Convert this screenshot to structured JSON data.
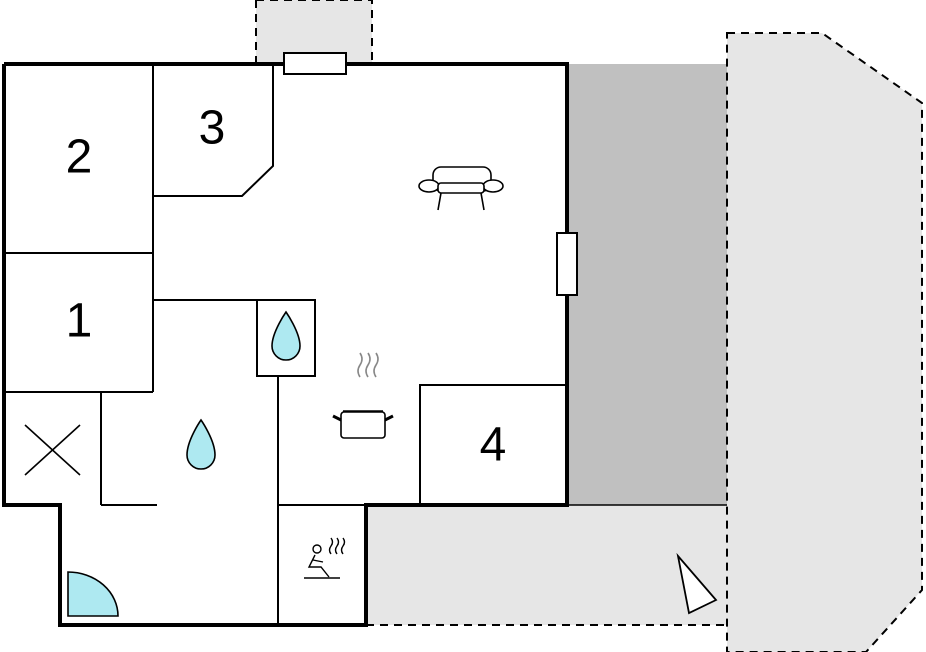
{
  "rooms": [
    {
      "id": "room-1",
      "label": "1"
    },
    {
      "id": "room-2",
      "label": "2"
    },
    {
      "id": "room-3",
      "label": "3"
    },
    {
      "id": "room-4",
      "label": "4"
    }
  ],
  "icons": {
    "sofa": "sofa-icon",
    "kitchen": "cooking-pot-icon",
    "shower": "water-drop-icon",
    "bathroom": "water-drop-icon",
    "sauna": "sauna-icon",
    "storage": "cross-mark-icon",
    "door": "door-swing-icon",
    "north": "north-arrow-icon"
  },
  "colors": {
    "wall": "#000000",
    "terrace_dark": "#c0c0c0",
    "terrace_light": "#e6e6e6",
    "water": "#aee9f1",
    "door_fill": "#aee9f1"
  }
}
